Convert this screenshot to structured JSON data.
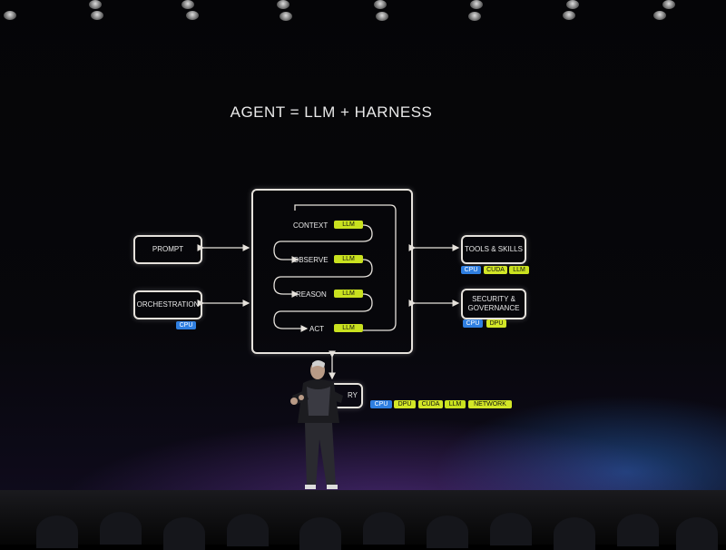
{
  "slide": {
    "title": "AGENT = LLM + HARNESS",
    "left_nodes": {
      "prompt": "PROMPT",
      "orchestration": "ORCHESTRATION",
      "orchestration_chips": [
        "CPU"
      ]
    },
    "loop_steps": [
      {
        "label": "CONTEXT",
        "chip": "LLM"
      },
      {
        "label": "OBSERVE",
        "chip": "LLM"
      },
      {
        "label": "REASON",
        "chip": "LLM"
      },
      {
        "label": "ACT",
        "chip": "LLM"
      }
    ],
    "right_nodes": {
      "tools": "TOOLS & SKILLS",
      "tools_chips": [
        "CPU",
        "CUDA",
        "LLM"
      ],
      "security_line1": "SECURITY &",
      "security_line2": "GOVERNANCE",
      "security_chips": [
        "CPU",
        "DPU"
      ]
    },
    "bottom_node": {
      "label": "RY",
      "chips": [
        "CPU",
        "DPU",
        "CUDA",
        "LLM",
        "NETWORK"
      ]
    }
  },
  "colors": {
    "llm_chip": "#c9e11f",
    "cpu_chip": "#2f7fe0",
    "box_stroke": "#e6e2dc"
  },
  "icons": [
    "stage-light-icon"
  ]
}
